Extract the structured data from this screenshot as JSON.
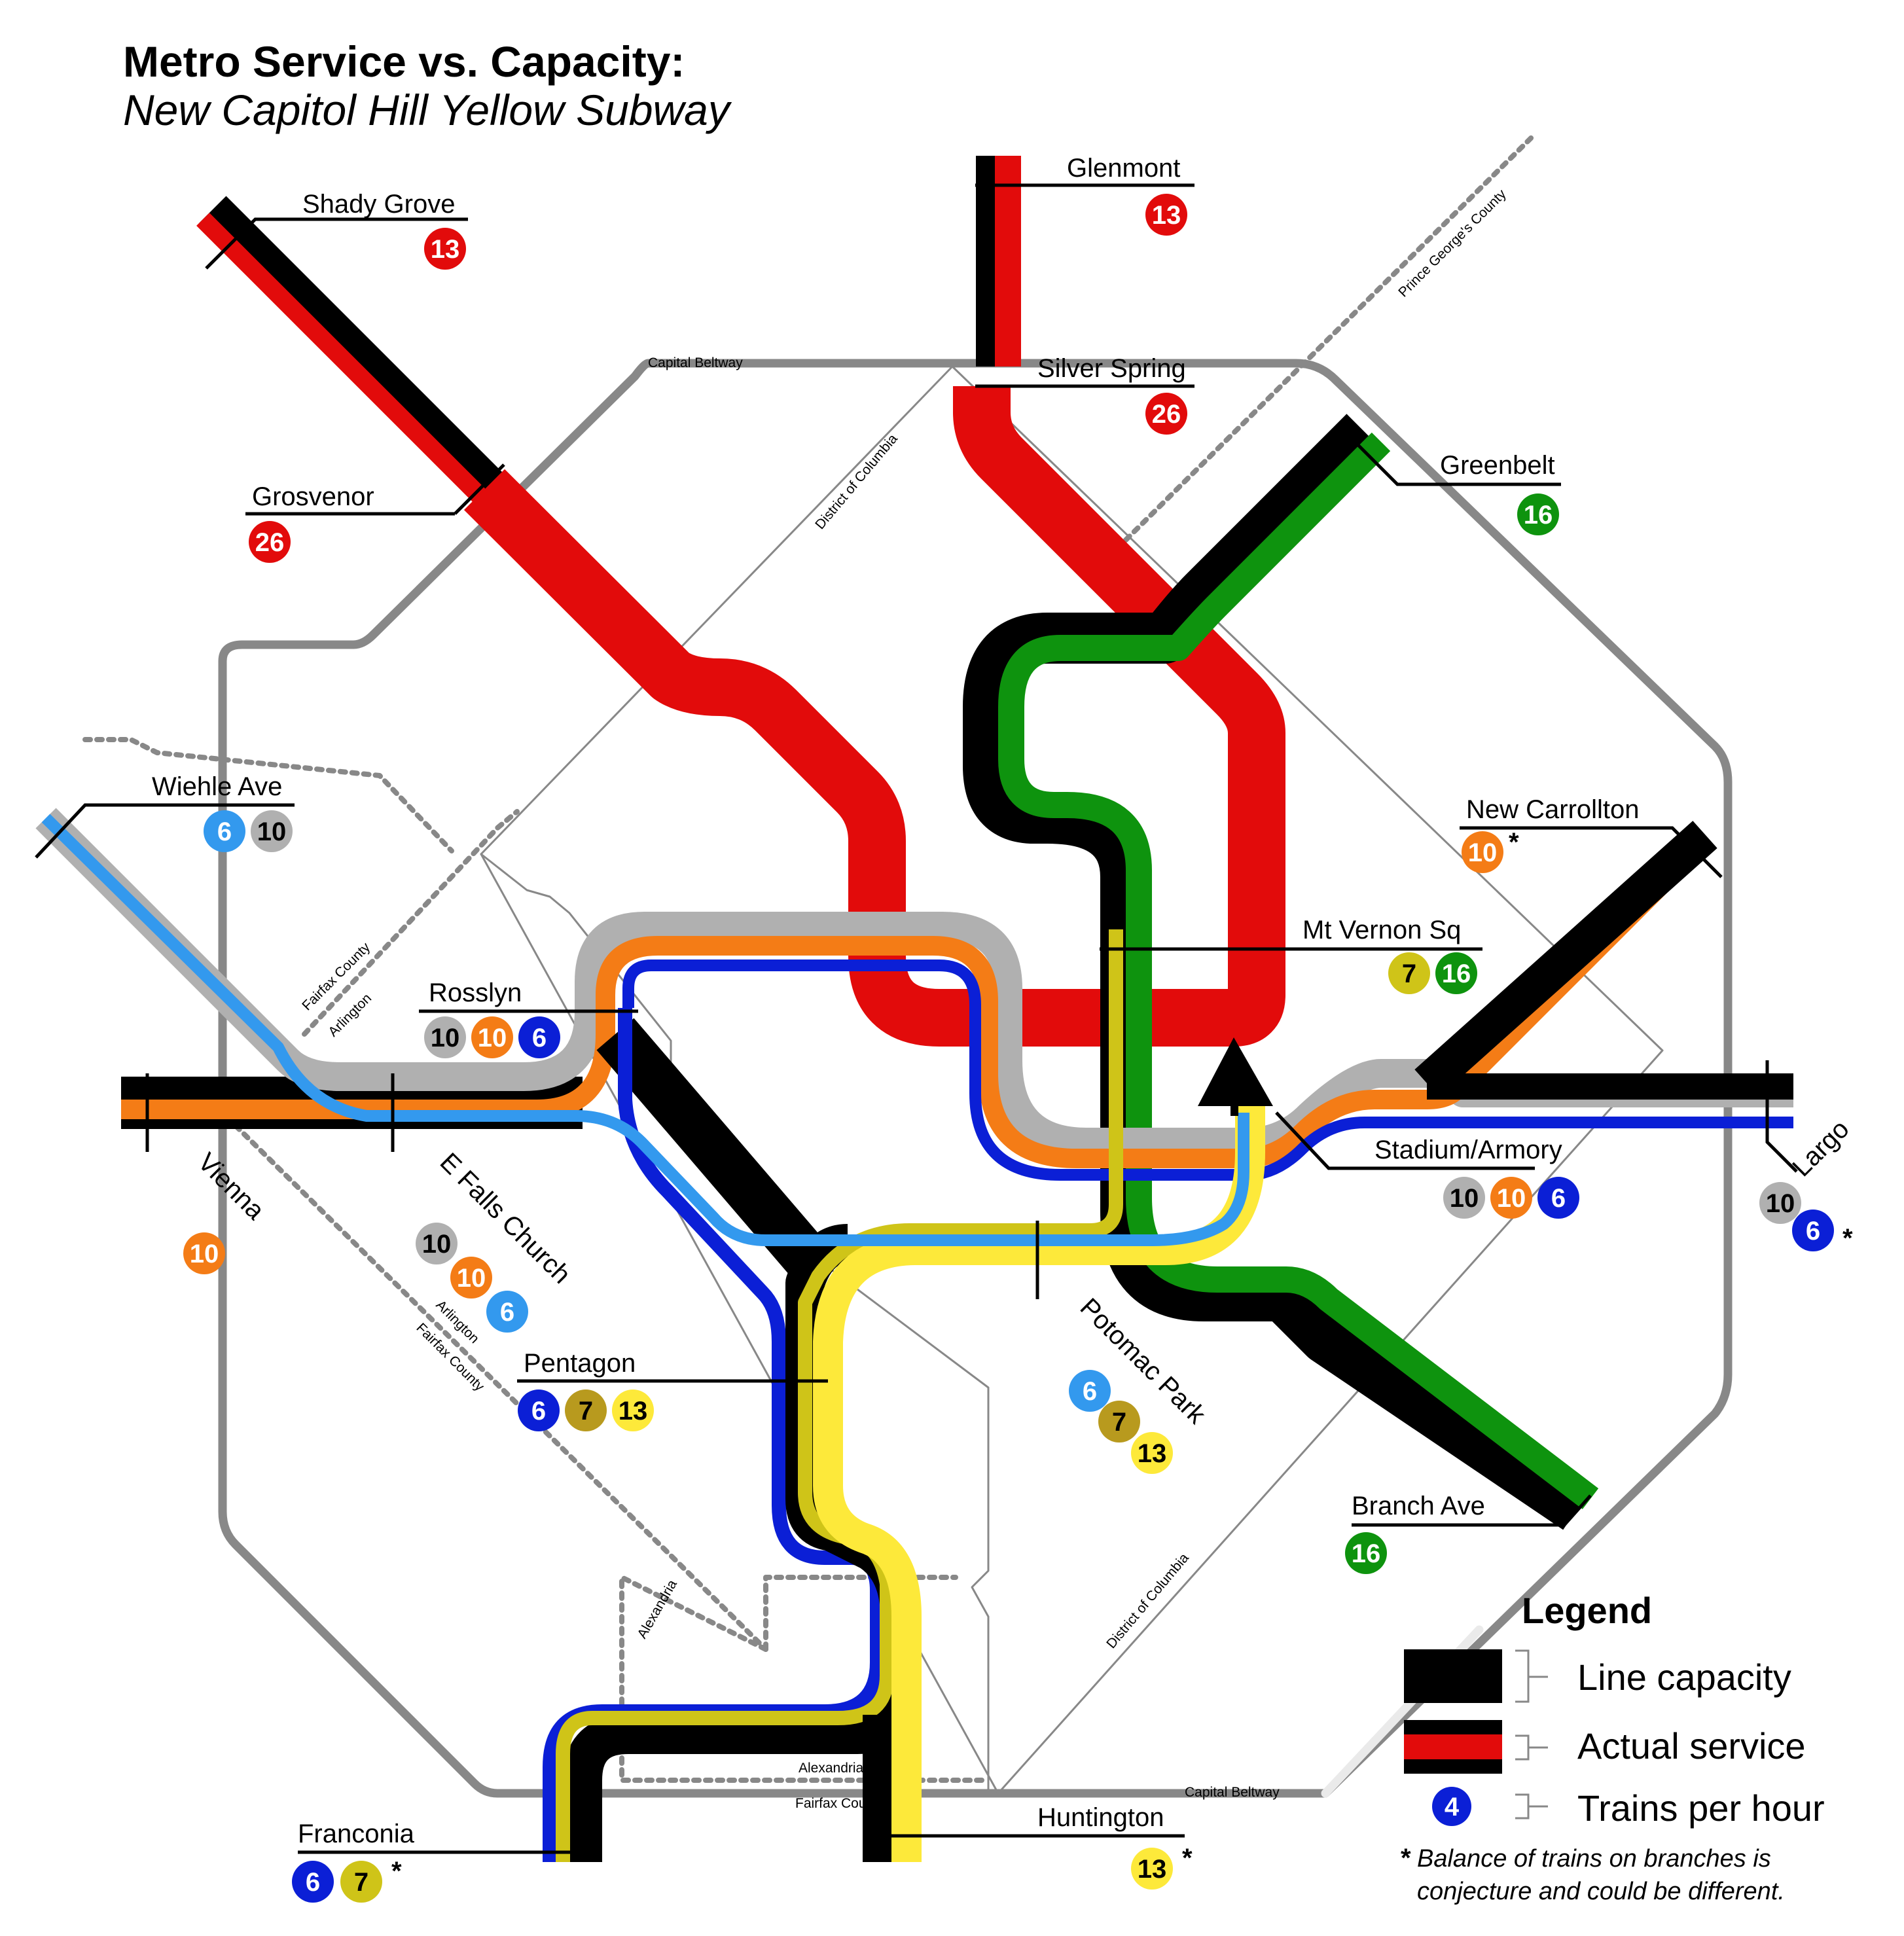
{
  "title": "Metro Service vs. Capacity:",
  "subtitle": "New Capitol Hill Yellow Subway",
  "colors": {
    "red": "#e20b0b",
    "green": "#0e930e",
    "orange": "#f47c16",
    "blue": "#0b1fd6",
    "lightblue": "#3399ee",
    "yellow": "#fde93a",
    "darkyellow": "#cfc418",
    "silver": "#b0b0b0",
    "black": "#000000",
    "border": "#888888",
    "olive": "#b89a1e"
  },
  "boundary_labels": {
    "beltway_top": "Capital Beltway",
    "beltway_bottom": "Capital Beltway",
    "pg_county": "Prince George's County",
    "dc_top": "District of Columbia",
    "dc_bottom": "District of Columbia",
    "fairfax_top": "Fairfax County",
    "arlington_top": "Arlington",
    "arlington_mid": "Arlington",
    "fairfax_mid": "Fairfax County",
    "alexandria_left": "Alexandria",
    "alexandria_bottom": "Alexandria",
    "fairfax_bottom": "Fairfax County"
  },
  "stations": {
    "shady_grove": {
      "name": "Shady Grove",
      "badges": [
        {
          "value": "13",
          "color": "red"
        }
      ]
    },
    "glenmont": {
      "name": "Glenmont",
      "badges": [
        {
          "value": "13",
          "color": "red"
        }
      ]
    },
    "silver_spring": {
      "name": "Silver Spring",
      "badges": [
        {
          "value": "26",
          "color": "red"
        }
      ]
    },
    "grosvenor": {
      "name": "Grosvenor",
      "badges": [
        {
          "value": "26",
          "color": "red"
        }
      ]
    },
    "greenbelt": {
      "name": "Greenbelt",
      "badges": [
        {
          "value": "16",
          "color": "green"
        }
      ]
    },
    "wiehle": {
      "name": "Wiehle Ave",
      "badges": [
        {
          "value": "6",
          "color": "lightblue"
        },
        {
          "value": "10",
          "color": "silver"
        }
      ]
    },
    "new_carrollton": {
      "name": "New Carrollton",
      "badges": [
        {
          "value": "10",
          "color": "orange"
        }
      ],
      "note": "*"
    },
    "mt_vernon": {
      "name": "Mt Vernon Sq",
      "badges": [
        {
          "value": "7",
          "color": "darkyellow"
        },
        {
          "value": "16",
          "color": "green"
        }
      ]
    },
    "rosslyn": {
      "name": "Rosslyn",
      "badges": [
        {
          "value": "10",
          "color": "silver"
        },
        {
          "value": "10",
          "color": "orange"
        },
        {
          "value": "6",
          "color": "blue"
        }
      ]
    },
    "stadium": {
      "name": "Stadium/Armory",
      "badges": [
        {
          "value": "10",
          "color": "silver"
        },
        {
          "value": "10",
          "color": "orange"
        },
        {
          "value": "6",
          "color": "blue"
        }
      ]
    },
    "largo": {
      "name": "Largo",
      "badges": [
        {
          "value": "10",
          "color": "silver"
        },
        {
          "value": "6",
          "color": "blue"
        }
      ],
      "note": "*"
    },
    "vienna": {
      "name": "Vienna",
      "badges": [
        {
          "value": "10",
          "color": "orange"
        }
      ]
    },
    "efalls": {
      "name": "E Falls Church",
      "badges": [
        {
          "value": "10",
          "color": "silver"
        },
        {
          "value": "10",
          "color": "orange"
        },
        {
          "value": "6",
          "color": "lightblue"
        }
      ]
    },
    "pentagon": {
      "name": "Pentagon",
      "badges": [
        {
          "value": "6",
          "color": "blue"
        },
        {
          "value": "7",
          "color": "olive"
        },
        {
          "value": "13",
          "color": "yellow"
        }
      ]
    },
    "potomac": {
      "name": "Potomac Park",
      "badges": [
        {
          "value": "6",
          "color": "lightblue"
        },
        {
          "value": "7",
          "color": "olive"
        },
        {
          "value": "13",
          "color": "yellow"
        }
      ]
    },
    "branch": {
      "name": "Branch Ave",
      "badges": [
        {
          "value": "16",
          "color": "green"
        }
      ]
    },
    "franconia": {
      "name": "Franconia",
      "badges": [
        {
          "value": "6",
          "color": "blue"
        },
        {
          "value": "7",
          "color": "darkyellow"
        }
      ],
      "note": "*"
    },
    "huntington": {
      "name": "Huntington",
      "badges": [
        {
          "value": "13",
          "color": "yellow"
        }
      ],
      "note": "*"
    }
  },
  "legend": {
    "title": "Legend",
    "capacity": "Line capacity",
    "service": "Actual service",
    "tph": "Trains per hour",
    "sample_badge": "4",
    "note_line1": "Balance of trains on branches is",
    "note_line2": "conjecture and could be different.",
    "note_mark": "*"
  }
}
